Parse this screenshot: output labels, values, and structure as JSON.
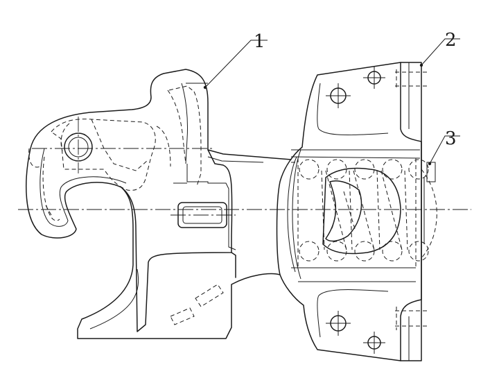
{
  "callouts": [
    {
      "id": "1",
      "label": "1"
    },
    {
      "id": "2",
      "label": "2"
    },
    {
      "id": "3",
      "label": "3"
    }
  ],
  "colors": {
    "ink": "#1a1a1a",
    "paper": "#ffffff"
  }
}
